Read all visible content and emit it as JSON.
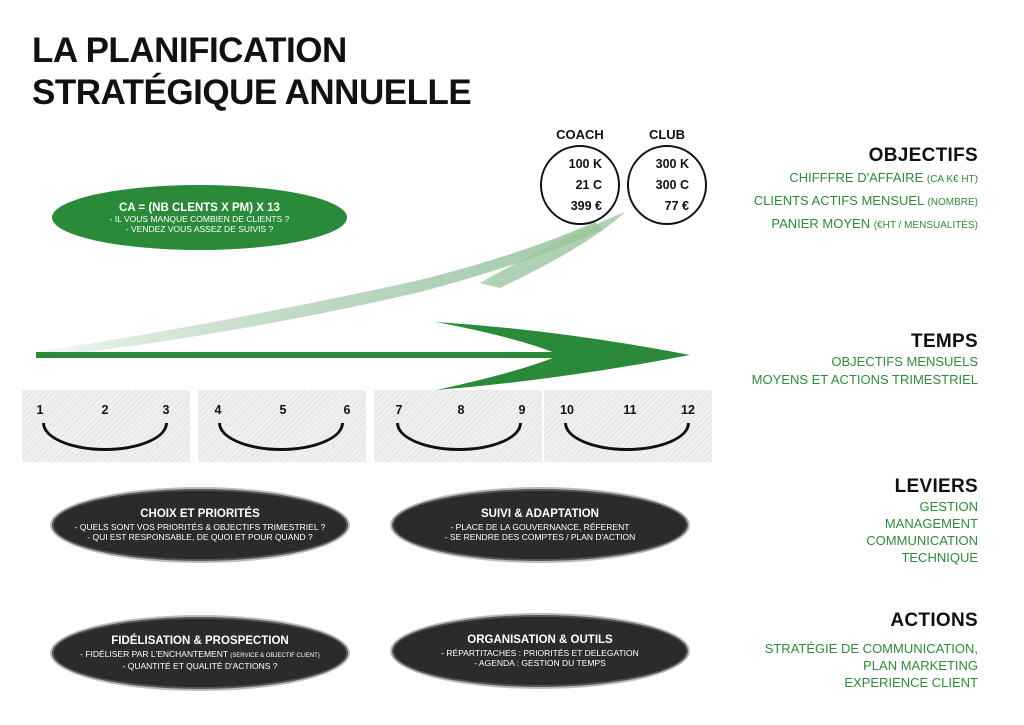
{
  "title": {
    "line1": "LA PLANIFICATION",
    "line2": "STRATÉGIQUE ANNUELLE"
  },
  "coach": {
    "header": "COACH",
    "v1": "100 K",
    "v2": "21 C",
    "v3": "399 €"
  },
  "club": {
    "header": "CLUB",
    "v1": "300 K",
    "v2": "300 C",
    "v3": "77 €"
  },
  "formula": {
    "title": "CA = (NB CLENTS X PM) X 13",
    "line1": "- IL VOUS MANQUE COMBIEN DE CLIENTS ?",
    "line2": "- VENDEZ VOUS ASSEZ DE SUIVIS ?"
  },
  "objectifs": {
    "title": "OBJECTIFS",
    "line1": "CHIFFFRE D'AFFAIRE",
    "line1_small": "(CA K€ HT)",
    "line2": "CLIENTS ACTIFS MENSUEL",
    "line2_small": "(NOMBRE)",
    "line3": "PANIER MOYEN",
    "line3_small": "(€HT / MENSUALITÉS)"
  },
  "temps": {
    "title": "TEMPS",
    "line1": "OBJECTIFS MENSUELS",
    "line2": "MOYENS ET ACTIONS TRIMESTRIEL"
  },
  "months": [
    "1",
    "2",
    "3",
    "4",
    "5",
    "6",
    "7",
    "8",
    "9",
    "10",
    "11",
    "12"
  ],
  "leviers": {
    "title": "LEVIERS",
    "items": [
      "GESTION",
      "MANAGEMENT",
      "COMMUNICATION",
      "TECHNIQUE"
    ]
  },
  "actions": {
    "title": "ACTIONS",
    "items": [
      "STRATÉGIE DE COMMUNICATION,",
      "PLAN MARKETING",
      "EXPERIENCE CLIENT"
    ]
  },
  "choix": {
    "title": "CHOIX ET PRIORITÉS",
    "line1": "- QUELS SONT VOS PRIORITÉS & OBJECTIFS TRIMESTRIEL ?",
    "line2": "- QUI EST RESPONSABLE, DE QUOI ET POUR QUAND ?"
  },
  "suivi": {
    "title": "SUIVI & ADAPTATION",
    "line1": "- PLACE DE LA GOUVERNANCE, RÉFERENT",
    "line2": "- SE RENDRE DES COMPTES / PLAN D'ACTION"
  },
  "fidelisation": {
    "title": "FIDÉLISATION & PROSPECTION",
    "line1": "- FIDÉLISER PAR L'ENCHANTEMENT",
    "line1_small": "(SERVICE & OBJECTIF CLIENT)",
    "line2": "- QUANTITÉ ET QUALITÉ D'ACTIONS ?"
  },
  "organisation": {
    "title": "ORGANISATION & OUTILS",
    "line1": "- RÉPARTITACHES : PRIORITÉS ET DELEGATION",
    "line2": "- AGENDA : GESTION DU TEMPS"
  },
  "colors": {
    "green": "#2a8a3a",
    "text_green": "#2f8a3a",
    "dark": "#2b2b2b"
  }
}
